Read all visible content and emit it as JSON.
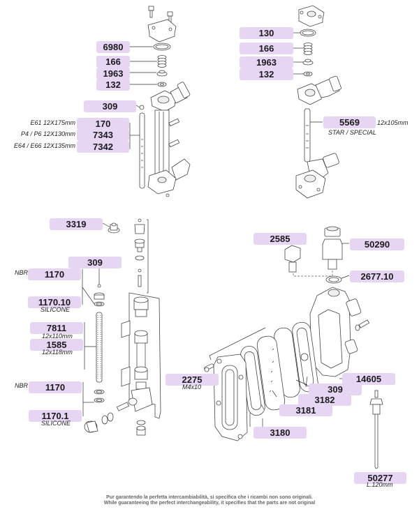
{
  "diagram": {
    "type": "exploded-parts-diagram",
    "sections": [
      {
        "id": "top-left-sight-glass-e61",
        "labels": [
          {
            "code": "6980",
            "part": "o-ring"
          },
          {
            "code": "166",
            "part": "spring"
          },
          {
            "code": "1963",
            "part": "valve-seal"
          },
          {
            "code": "132",
            "part": "washer"
          },
          {
            "code": "309",
            "part": "ball"
          },
          {
            "code": "170",
            "prefix": "E61 12X175mm",
            "part": "sight-glass-tube"
          },
          {
            "code": "7343",
            "prefix": "P4 / P6 12X130mm",
            "part": "sight-glass-tube"
          },
          {
            "code": "7342",
            "prefix": "E64 / E66 12X135mm",
            "part": "sight-glass-tube"
          }
        ]
      },
      {
        "id": "top-right-sight-glass-star",
        "labels": [
          {
            "code": "130",
            "part": "o-ring"
          },
          {
            "code": "166",
            "part": "spring"
          },
          {
            "code": "1963",
            "part": "valve-seal"
          },
          {
            "code": "132",
            "part": "washer"
          },
          {
            "code": "5569",
            "suffix": "12x105mm",
            "note": "STAR / SPECIAL",
            "part": "sight-glass-tube"
          }
        ]
      },
      {
        "id": "bottom-left-level-assembly",
        "labels": [
          {
            "code": "3319",
            "part": "cap-nut"
          },
          {
            "code": "309",
            "part": "ball"
          },
          {
            "code": "1170",
            "prefix": "NBR",
            "part": "gasket-top"
          },
          {
            "code": "1170.10",
            "note": "SILICONE",
            "part": "gasket-top-silicone"
          },
          {
            "code": "7811",
            "note": "12x110mm",
            "part": "sight-glass-tube"
          },
          {
            "code": "1585",
            "note": "12x118mm",
            "part": "sight-glass-tube"
          },
          {
            "code": "1170",
            "prefix": "NBR",
            "part": "gasket-bottom"
          },
          {
            "code": "1170.1",
            "note": "SILICONE",
            "part": "gasket-bottom-silicone"
          }
        ]
      },
      {
        "id": "bottom-right-window-assembly",
        "labels": [
          {
            "code": "2585",
            "part": "plug-screw"
          },
          {
            "code": "50290",
            "part": "fitting"
          },
          {
            "code": "2677.10",
            "part": "washer"
          },
          {
            "code": "2275",
            "note": "M4x10",
            "part": "screw"
          },
          {
            "code": "14605",
            "part": "body"
          },
          {
            "code": "309",
            "part": "ball"
          },
          {
            "code": "3182",
            "part": "gasket"
          },
          {
            "code": "3181",
            "part": "glass-window"
          },
          {
            "code": "3180",
            "part": "gasket"
          },
          {
            "code": "50277",
            "note": "L.120mm",
            "part": "probe"
          }
        ]
      }
    ],
    "footer": {
      "line_it": "Pur garantendo la perfetta intercambiabilità, si specifica che i ricambi non sono originali.",
      "line_en": "While guaranteeing the perfect interchangeability, it specifies that the parts are not original"
    },
    "colors": {
      "label_bg": "#e6d6f4",
      "line": "#333333",
      "text": "#1a1a1a"
    }
  }
}
